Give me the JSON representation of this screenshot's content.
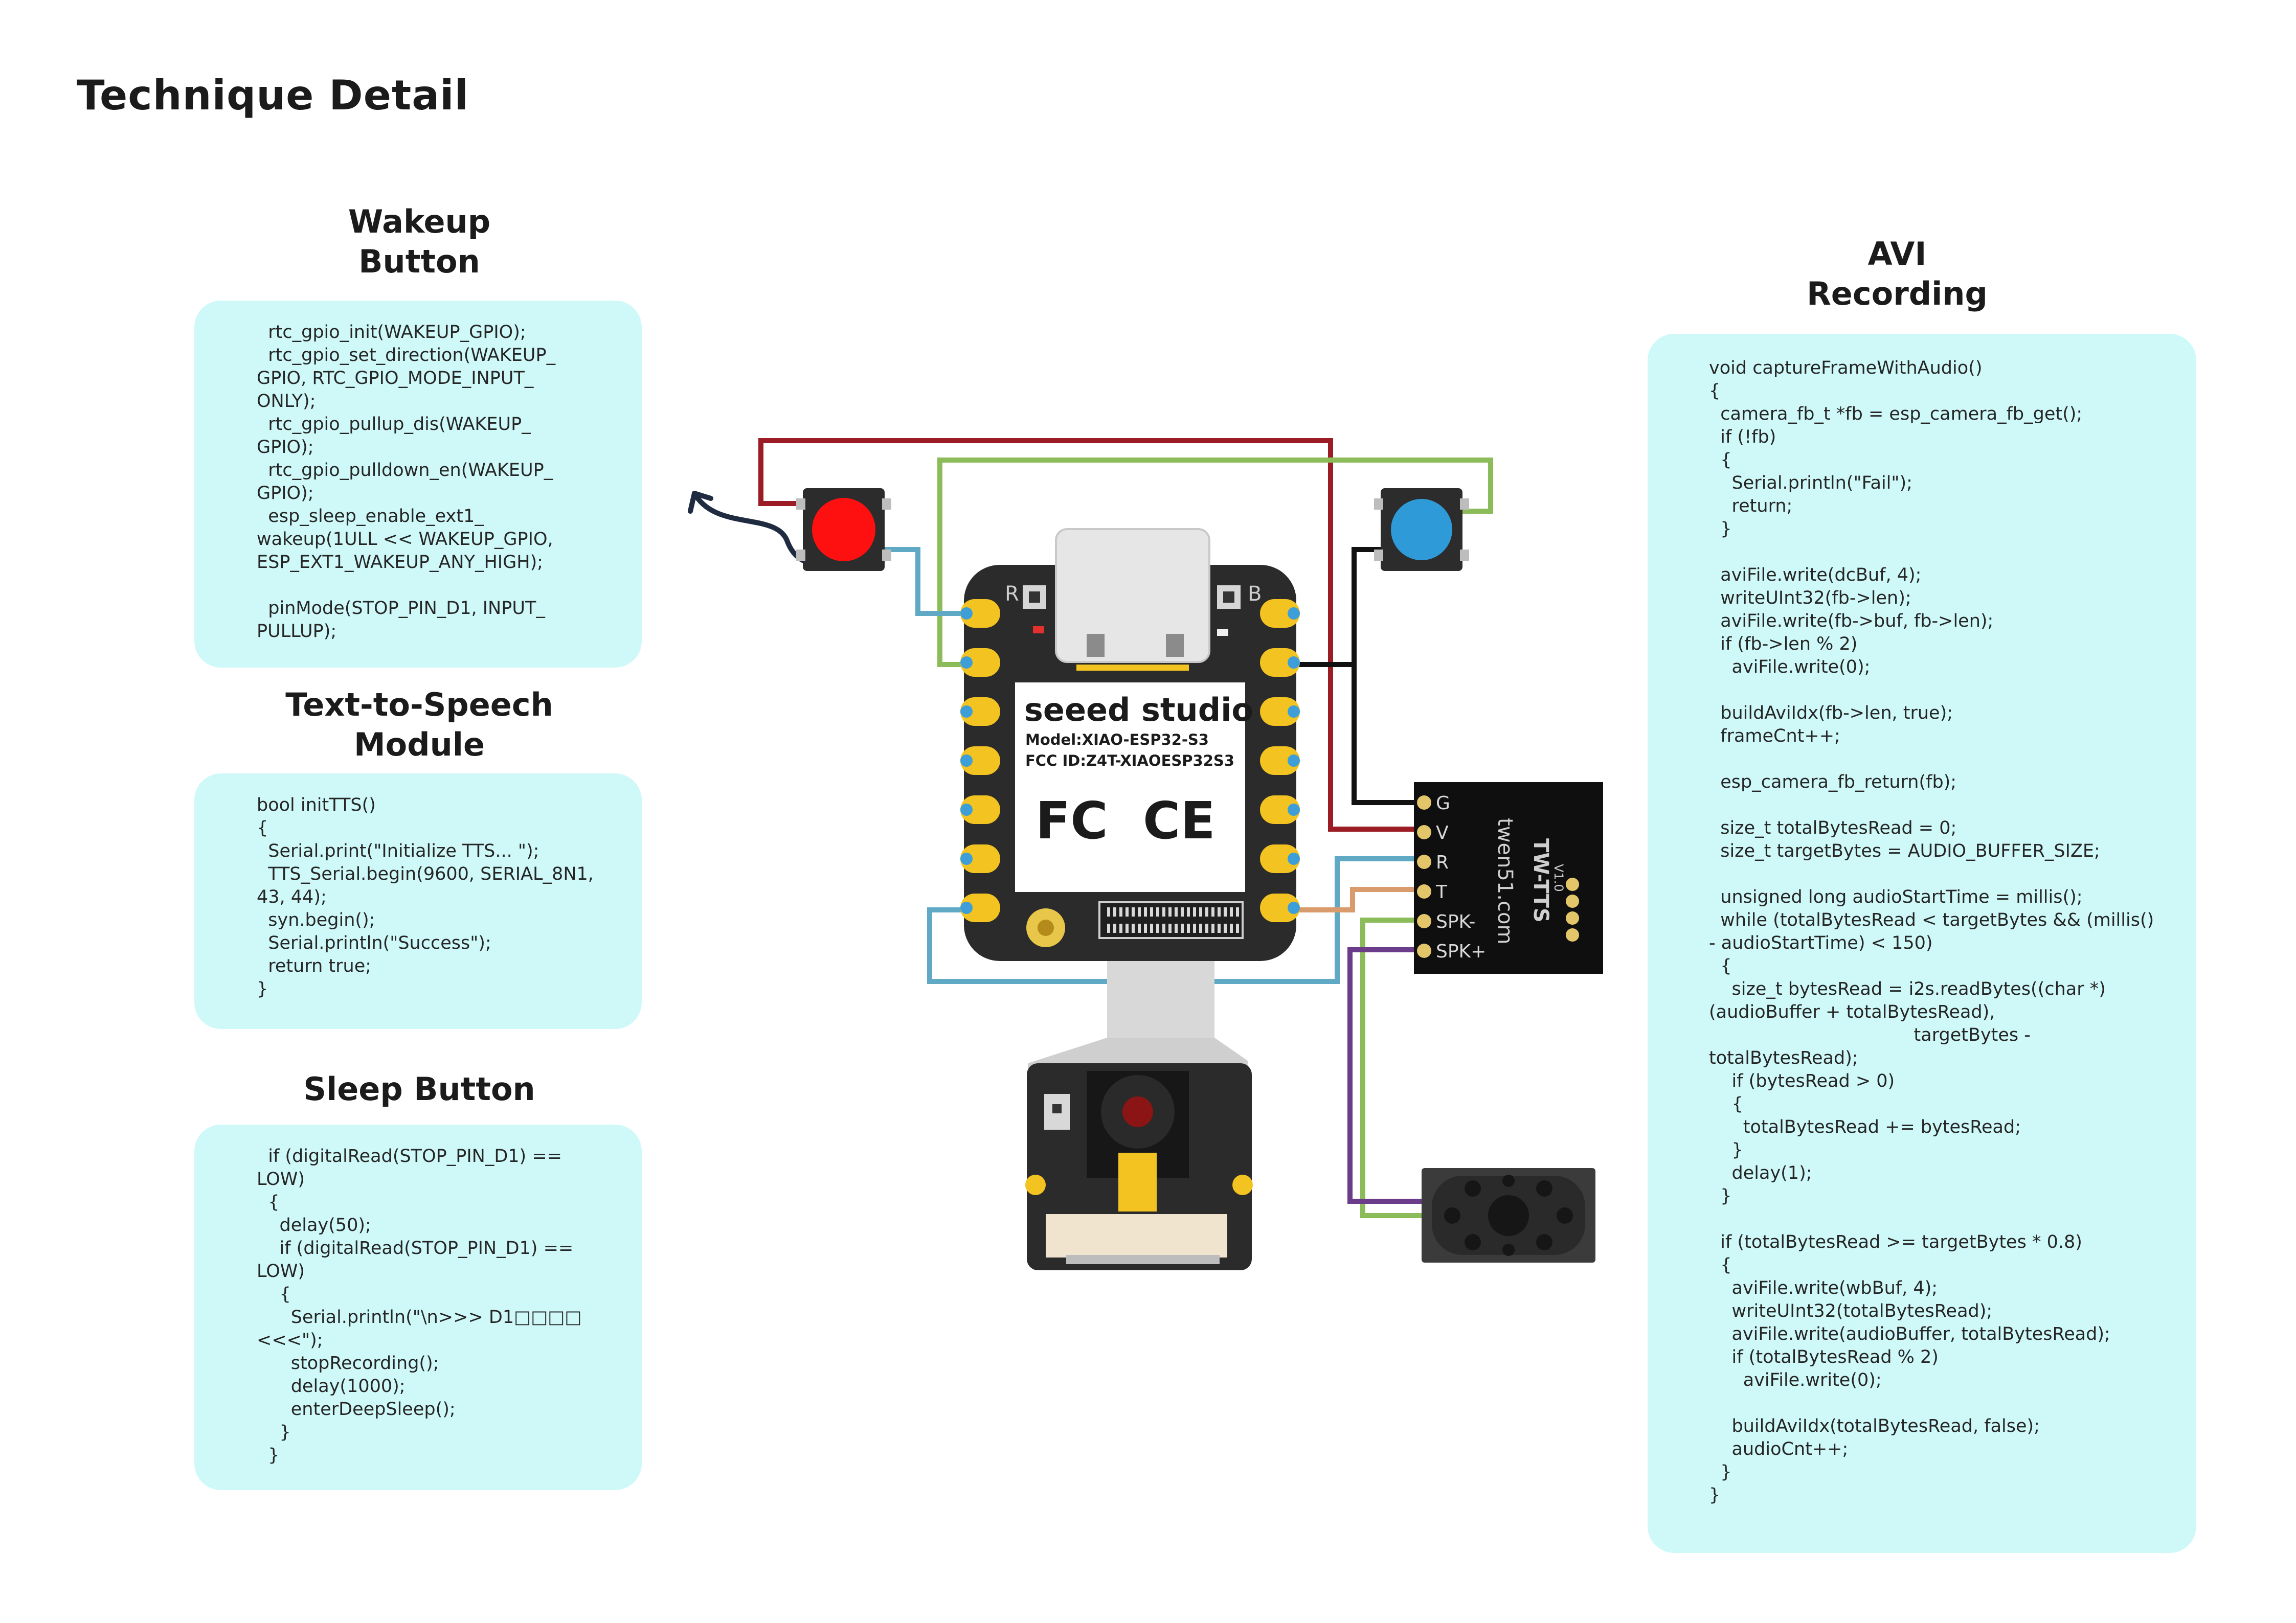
{
  "title": "Technique Detail",
  "sections": {
    "wakeup": {
      "title": "Wakeup\nButton",
      "code": "  rtc_gpio_init(WAKEUP_GPIO);\n  rtc_gpio_set_direction(WAKEUP_\nGPIO, RTC_GPIO_MODE_INPUT_\nONLY);\n  rtc_gpio_pullup_dis(WAKEUP_\nGPIO);\n  rtc_gpio_pulldown_en(WAKEUP_\nGPIO);\n  esp_sleep_enable_ext1_\nwakeup(1ULL << WAKEUP_GPIO,\nESP_EXT1_WAKEUP_ANY_HIGH);\n\n  pinMode(STOP_PIN_D1, INPUT_\nPULLUP);"
    },
    "tts": {
      "title": "Text-to-Speech\nModule",
      "code": "bool initTTS()\n{\n  Serial.print(\"Initialize TTS... \");\n  TTS_Serial.begin(9600, SERIAL_8N1,\n43, 44);\n  syn.begin();\n  Serial.println(\"Success\");\n  return true;\n}"
    },
    "sleep": {
      "title": "Sleep Button",
      "code": "  if (digitalRead(STOP_PIN_D1) ==\nLOW)\n  {\n    delay(50);\n    if (digitalRead(STOP_PIN_D1) ==\nLOW)\n    {\n      Serial.println(\"\\n>>> D1□□□□\n<<<\");\n      stopRecording();\n      delay(1000);\n      enterDeepSleep();\n    }\n  }"
    },
    "avi": {
      "title": "AVI\nRecording",
      "code": "void captureFrameWithAudio()\n{\n  camera_fb_t *fb = esp_camera_fb_get();\n  if (!fb)\n  {\n    Serial.println(\"Fail\");\n    return;\n  }\n\n  aviFile.write(dcBuf, 4);\n  writeUInt32(fb->len);\n  aviFile.write(fb->buf, fb->len);\n  if (fb->len % 2)\n    aviFile.write(0);\n\n  buildAviIdx(fb->len, true);\n  frameCnt++;\n\n  esp_camera_fb_return(fb);\n\n  size_t totalBytesRead = 0;\n  size_t targetBytes = AUDIO_BUFFER_SIZE;\n\n  unsigned long audioStartTime = millis();\n  while (totalBytesRead < targetBytes && (millis()\n- audioStartTime) < 150)\n  {\n    size_t bytesRead = i2s.readBytes((char *)\n(audioBuffer + totalBytesRead),\n                                    targetBytes -\ntotalBytesRead);\n    if (bytesRead > 0)\n    {\n      totalBytesRead += bytesRead;\n    }\n    delay(1);\n  }\n\n  if (totalBytesRead >= targetBytes * 0.8)\n  {\n    aviFile.write(wbBuf, 4);\n    writeUInt32(totalBytesRead);\n    aviFile.write(audioBuffer, totalBytesRead);\n    if (totalBytesRead % 2)\n      aviFile.write(0);\n\n    buildAviIdx(totalBytesRead, false);\n    audioCnt++;\n  }\n}"
    }
  },
  "board": {
    "brand": "seeed studio",
    "model": "Model:XIAO-ESP32-S3",
    "fcc": "FCC ID:Z4T-XIAOESP32S3",
    "fc_mark": "FC",
    "ce_mark": "CE",
    "label_r": "R",
    "label_b": "B"
  },
  "tts_module": {
    "name": "TW-TTS",
    "version": "V1.0",
    "site": "twen51.com",
    "pins": [
      "G",
      "V",
      "R",
      "T",
      "SPK-",
      "SPK+"
    ]
  },
  "colors": {
    "code_bg": "#cff9f9",
    "wire_red": "#9b1c24",
    "wire_green": "#8cbc5a",
    "wire_blue": "#5fa9c4",
    "wire_black": "#111111",
    "wire_orange": "#d99a6c",
    "wire_purple": "#6a3c8a",
    "button_red": "#ff1010",
    "button_blue": "#2e9ad8",
    "board_pad": "#f3c321"
  },
  "icons": [
    "wakeup-arrow-icon",
    "fc-mark-icon",
    "ce-mark-icon",
    "speaker-icon"
  ]
}
